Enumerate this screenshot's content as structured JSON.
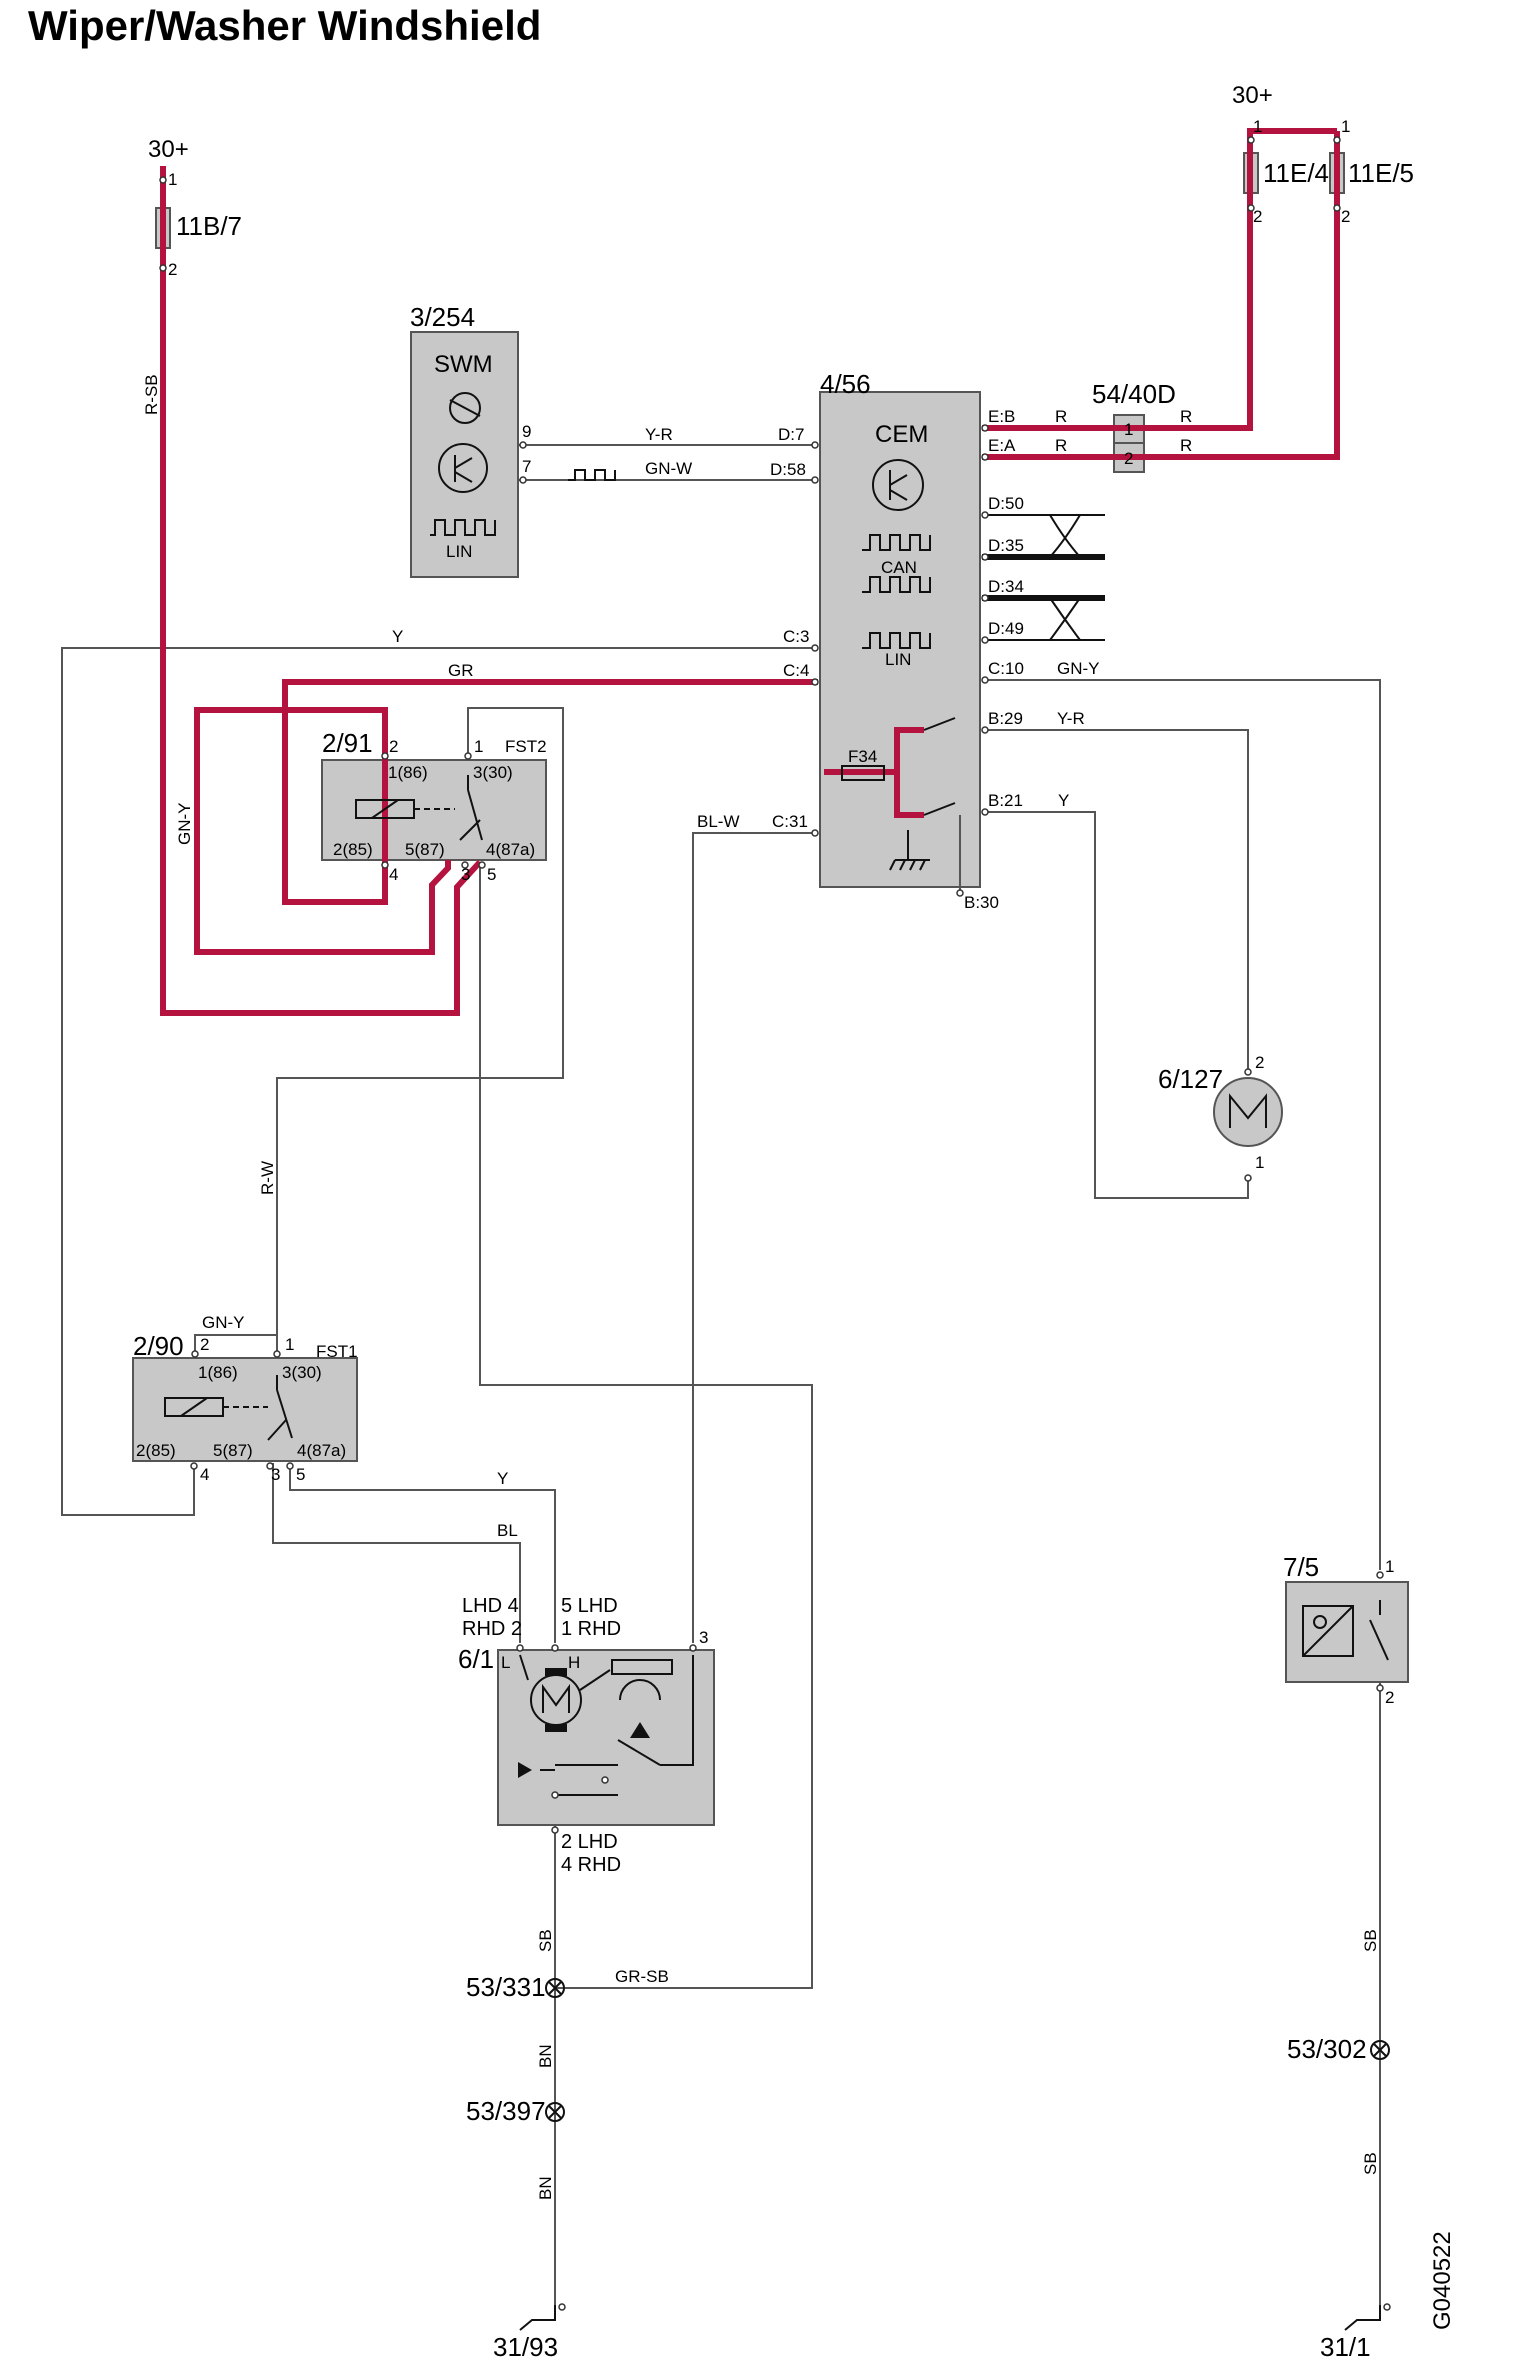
{
  "title": "Wiper/Washer Windshield",
  "reference": "G040522",
  "power": {
    "left": "30+",
    "right": "30+"
  },
  "fuses": {
    "f11b7": {
      "id": "11B/7",
      "pin_top": "1",
      "pin_bottom": "2"
    },
    "f11e4": {
      "id": "11E/4",
      "pin_top": "1",
      "pin_bottom": "2"
    },
    "f11e5": {
      "id": "11E/5",
      "pin_top": "1",
      "pin_bottom": "2"
    }
  },
  "swm": {
    "id": "3/254",
    "name": "SWM",
    "lin": "LIN",
    "pin9": "9",
    "pin7": "7"
  },
  "cem": {
    "id": "4/56",
    "name": "CEM",
    "can": "CAN",
    "lin": "LIN",
    "fuse": "F34",
    "pins": {
      "eb": "E:B",
      "ea": "E:A",
      "d7": "D:7",
      "d58": "D:58",
      "d50": "D:50",
      "d35": "D:35",
      "d34": "D:34",
      "d49": "D:49",
      "c3": "C:3",
      "c4": "C:4",
      "c10": "C:10",
      "b29": "B:29",
      "b21": "B:21",
      "c31": "C:31",
      "b30": "B:30"
    }
  },
  "connector": {
    "id": "54/40D",
    "pin1": "1",
    "pin2": "2"
  },
  "relay_fst2": {
    "id": "2/91",
    "name": "FST2",
    "p2": "2",
    "p1": "1",
    "p186": "1(86)",
    "p330": "3(30)",
    "p285": "2(85)",
    "p587": "5(87)",
    "p487a": "4(87a)",
    "p4": "4",
    "p3": "3",
    "p5": "5"
  },
  "relay_fst1": {
    "id": "2/90",
    "name": "FST1",
    "p2": "2",
    "p1": "1",
    "p186": "1(86)",
    "p330": "3(30)",
    "p285": "2(85)",
    "p587": "5(87)",
    "p487a": "4(87a)",
    "p4": "4",
    "p3": "3",
    "p5": "5"
  },
  "washer_pump": {
    "id": "6/127",
    "pin2": "2",
    "pin1": "1"
  },
  "wiper_motor": {
    "id": "6/1",
    "lhd4": "LHD 4",
    "rhd2": "RHD 2",
    "lhd5": "5 LHD",
    "rhd1": "1 RHD",
    "pin3": "3",
    "L": "L",
    "H": "H",
    "lhd2": "2 LHD",
    "rhd4": "4 RHD"
  },
  "switch_75": {
    "id": "7/5",
    "pin1": "1",
    "pin2": "2"
  },
  "grounds": {
    "g53_331": "53/331",
    "g53_397": "53/397",
    "g53_302": "53/302",
    "g31_93": "31/93",
    "g31_1": "31/1"
  },
  "wire_colors": {
    "r_sb": "R-SB",
    "y_r_swm": "Y-R",
    "gn_w": "GN-W",
    "r_eb": "R",
    "r_eb2": "R",
    "r_ea": "R",
    "r_ea2": "R",
    "y_c3": "Y",
    "gr_c4": "GR",
    "gn_y_c10": "GN-Y",
    "y_r_b29": "Y-R",
    "y_b21": "Y",
    "bl_w": "BL-W",
    "gn_y_left": "GN-Y",
    "r_w": "R-W",
    "gn_y_fst1": "GN-Y",
    "y_motor": "Y",
    "bl_motor": "BL",
    "sb_motor": "SB",
    "gr_sb": "GR-SB",
    "bn1": "BN",
    "bn2": "BN",
    "sb_r1": "SB",
    "sb_r2": "SB"
  },
  "colors": {
    "power_wire": "#b5133f",
    "component_fill": "#c8c8c8",
    "signal_wire": "#555555"
  }
}
